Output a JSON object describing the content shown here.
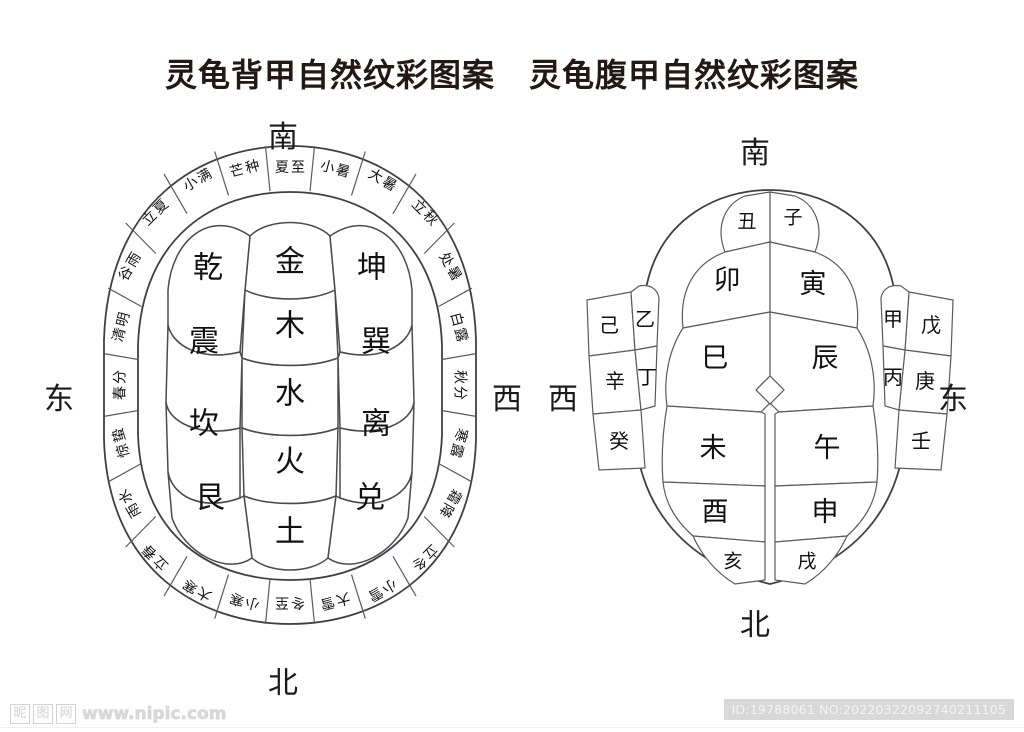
{
  "titles": {
    "left": "灵龟背甲自然纹彩图案",
    "right": "灵龟腹甲自然纹彩图案"
  },
  "directions": {
    "left_south": "南",
    "left_north": "北",
    "left_east": "东",
    "left_west": "西",
    "right_south": "南",
    "right_north": "北",
    "right_east": "东",
    "right_west": "西"
  },
  "carapace": {
    "trigrams": [
      {
        "label": "乾",
        "pos": "upper-left"
      },
      {
        "label": "坤",
        "pos": "upper-right"
      },
      {
        "label": "震",
        "pos": "mid-upper-left"
      },
      {
        "label": "巽",
        "pos": "mid-upper-right"
      },
      {
        "label": "坎",
        "pos": "mid-lower-left"
      },
      {
        "label": "离",
        "pos": "mid-lower-right"
      },
      {
        "label": "艮",
        "pos": "lower-left"
      },
      {
        "label": "兑",
        "pos": "lower-right"
      }
    ],
    "elements": [
      {
        "label": "金"
      },
      {
        "label": "木"
      },
      {
        "label": "水"
      },
      {
        "label": "火"
      },
      {
        "label": "土"
      }
    ],
    "solar_terms": [
      "夏至",
      "小暑",
      "大暑",
      "立秋",
      "处暑",
      "白露",
      "秋分",
      "寒露",
      "霜降",
      "立冬",
      "小雪",
      "大雪",
      "冬至",
      "小寒",
      "大寒",
      "立春",
      "雨水",
      "惊蛰",
      "春分",
      "清明",
      "谷雨",
      "立夏",
      "小满",
      "芒种"
    ]
  },
  "plastron": {
    "earthly_branches": [
      "丑",
      "子",
      "卯",
      "寅",
      "巳",
      "辰",
      "未",
      "午",
      "酉",
      "申",
      "亥",
      "戌"
    ],
    "heavenly_stems_left": [
      "己",
      "乙",
      "辛",
      "丁",
      "癸"
    ],
    "heavenly_stems_right": [
      "甲",
      "戊",
      "庚",
      "丙",
      "壬"
    ]
  },
  "watermark": {
    "boxes": [
      "昵",
      "图",
      "网"
    ],
    "url": "www.nipic.com",
    "id_text": "ID:19788061 NO:20220322092740211105"
  }
}
